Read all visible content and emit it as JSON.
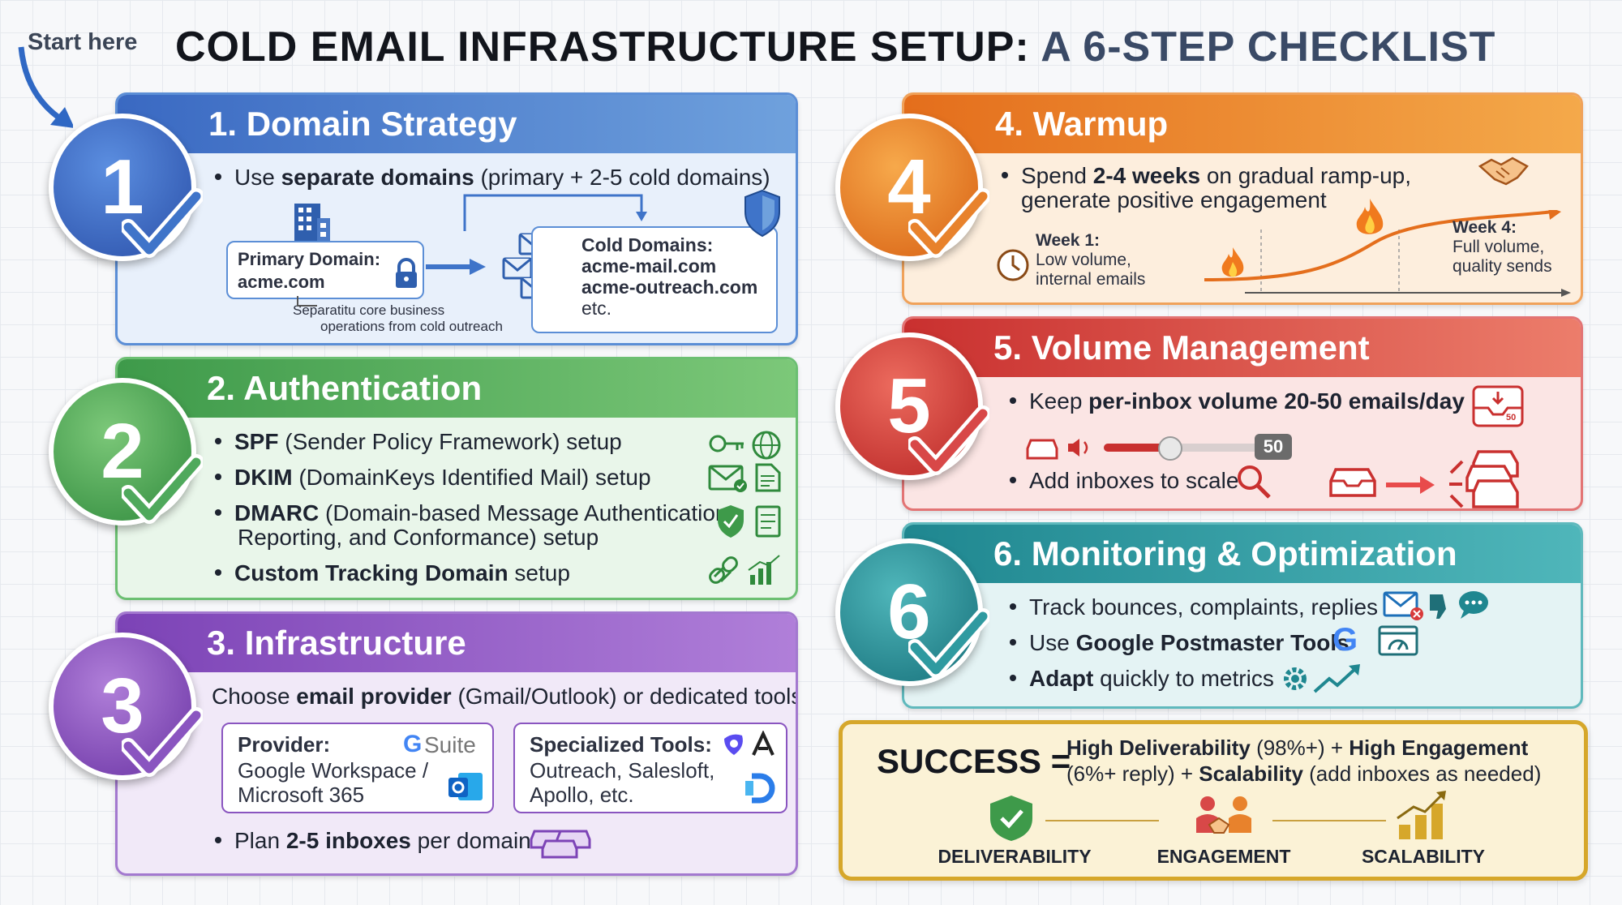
{
  "header": {
    "start_label": "Start here",
    "title_part1": "COLD EMAIL INFRASTRUCTURE SETUP:",
    "title_part2": "A 6-STEP CHECKLIST"
  },
  "colors": {
    "step1": "#3f74c9",
    "step2": "#4fa95c",
    "step3": "#8a55c0",
    "step4": "#e8822c",
    "step5": "#d84848",
    "step6": "#2f9aa0",
    "success": "#d6a72a"
  },
  "step1": {
    "number": "1",
    "title": "1. Domain Strategy",
    "bullet_pre": "Use ",
    "bullet_bold": "separate domains",
    "bullet_post": " (primary + 2-5 cold domains)",
    "primary_label": "Primary Domain:",
    "primary_value": "acme.com",
    "cold_label": "Cold Domains:",
    "cold_1": "acme-mail.com",
    "cold_2": "acme-outreach.com",
    "cold_3": "etc.",
    "note_line1": "Separatitu core business",
    "note_line2": "operations from cold outreach",
    "icons": [
      "building-icon",
      "lock-icon",
      "envelopes-icon",
      "shield-icon"
    ]
  },
  "step2": {
    "number": "2",
    "title": "2. Authentication",
    "items": [
      {
        "bold": "SPF",
        "text": " (Sender Policy Framework) setup"
      },
      {
        "bold": "DKIM",
        "text": " (DomainKeys Identified Mail) setup"
      },
      {
        "bold": "DMARC",
        "text": " (Domain-based Message Authentication,",
        "text2": "Reporting, and Conformance) setup"
      },
      {
        "bold": "Custom Tracking Domain",
        "text": " setup"
      }
    ]
  },
  "step3": {
    "number": "3",
    "title": "3. Infrastructure",
    "intro_pre": "Choose ",
    "intro_bold": "email provider",
    "intro_post": " (Gmail/Outlook) or dedicated tools",
    "provider_label": "Provider:",
    "provider_brand": "Suite",
    "provider_line1": "Google Workspace /",
    "provider_line2": "Microsoft 365",
    "tools_label": "Specialized Tools:",
    "tools_line1": "Outreach, Salesloft,",
    "tools_line2": "Apollo, etc.",
    "plan_pre": "Plan ",
    "plan_bold": "2-5 inboxes",
    "plan_post": " per domain"
  },
  "step4": {
    "number": "4",
    "title": "4. Warmup",
    "line1_pre": "Spend ",
    "line1_bold": "2-4 weeks",
    "line1_post": " on gradual ramp-up,",
    "line2": "generate positive engagement",
    "week1_label": "Week 1:",
    "week1_l1": "Low volume,",
    "week1_l2": "internal emails",
    "week4_label": "Week 4:",
    "week4_l1": "Full volume,",
    "week4_l2": "quality sends"
  },
  "step5": {
    "number": "5",
    "title": "5. Volume Management",
    "line1_pre": "Keep ",
    "line1_bold": "per-inbox volume 20-50 emails/day",
    "slider_value": "50",
    "slider_fraction": 0.4,
    "line2": "Add inboxes to scale",
    "tray_badge": "50"
  },
  "step6": {
    "number": "6",
    "title": "6. Monitoring & Optimization",
    "item1": "Track bounces, complaints, replies",
    "item2_pre": "Use ",
    "item2_bold": "Google Postmaster Tools",
    "item3_bold": "Adapt",
    "item3_post": " quickly to metrics"
  },
  "success": {
    "label": "SUCCESS =",
    "l1_b1": "High Deliverability",
    "l1_t1": " (98%+) + ",
    "l1_b2": "High Engagement",
    "l2_t1": "(6%+ reply) + ",
    "l2_b1": "Scalability",
    "l2_t2": " (add inboxes as needed)",
    "pillars": [
      "DELIVERABILITY",
      "ENGAGEMENT",
      "SCALABILITY"
    ]
  }
}
